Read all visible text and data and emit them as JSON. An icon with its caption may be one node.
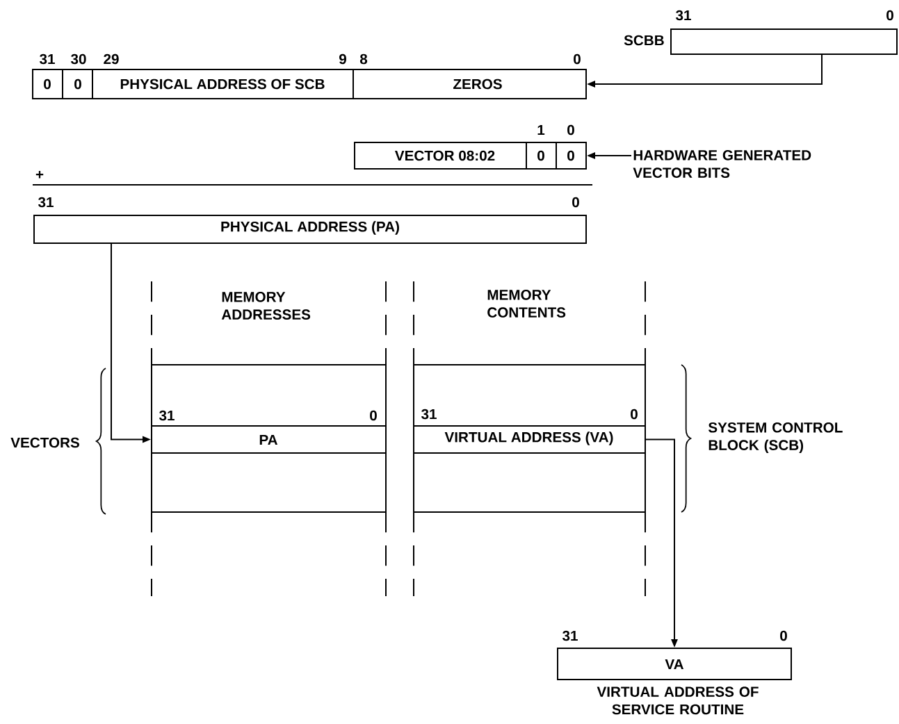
{
  "diagram": {
    "nodes": [
      {
        "text": [
          "SCBB"
        ],
        "beside": [
          "31",
          "0"
        ]
      },
      {
        "text": [
          "0",
          "0",
          "PHYSICAL ADDRESS OF SCB",
          "ZEROS"
        ],
        "beside": [
          "31",
          "30",
          "29",
          "9",
          "8",
          "0"
        ]
      },
      {
        "text": [
          "VECTOR 08:02",
          "0",
          "0"
        ],
        "beside": [
          "1",
          "0"
        ]
      },
      {
        "text": [
          "HARDWARE GENERATED VECTOR BITS"
        ]
      },
      {
        "text": [
          "PHYSICAL ADDRESS (PA)"
        ],
        "beside": [
          "31",
          "0"
        ]
      },
      {
        "text": [
          "PA"
        ],
        "beside": [
          "31",
          "0"
        ]
      },
      {
        "text": [
          "VIRTUAL ADDRESS (VA)"
        ],
        "beside": [
          "31",
          "0"
        ]
      },
      {
        "text": [
          "VA"
        ],
        "beside": [
          "31",
          "0",
          "VIRTUAL ADDRESS OF SERVICE ROUTINE"
        ]
      }
    ],
    "edges": [
      {
        "from": 0,
        "to": 1,
        "arrow": "to"
      },
      {
        "from": 3,
        "to": 2,
        "arrow": "to"
      },
      {
        "from": 4,
        "to": 5,
        "arrow": "to"
      },
      {
        "from": 6,
        "to": 7,
        "arrow": "to"
      }
    ],
    "labels": [
      "+",
      "MEMORY ADDRESSES",
      "MEMORY CONTENTS",
      "VECTORS",
      "SYSTEM CONTROL BLOCK (SCB)"
    ]
  }
}
